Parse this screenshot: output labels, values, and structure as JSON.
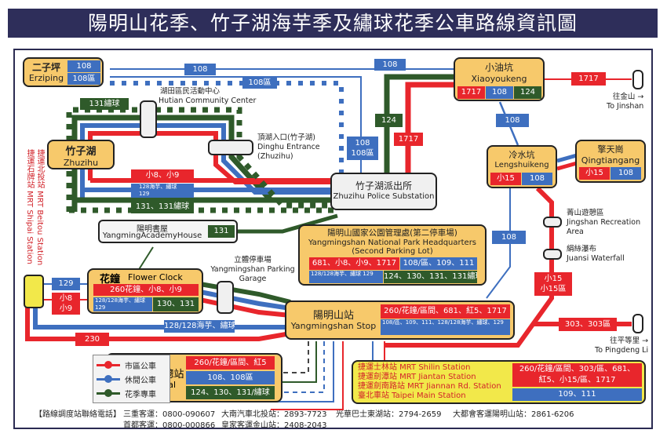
{
  "title": "陽明山花季、竹子湖海芋季及繡球花季公車路線資訊圖",
  "colors": {
    "city_bus": "#e8262c",
    "leisure_bus": "#3e6fbf",
    "flower_bus": "#2f5a2a",
    "title_bg": "#2e2e5a",
    "station_fill": "#f7c96b"
  },
  "stations": {
    "erziping": {
      "zh": "二子坪",
      "en": "Erziping",
      "routes": [
        "108",
        "108區"
      ]
    },
    "xiaoyoukeng": {
      "zh": "小油坑",
      "en": "Xiaoyoukeng",
      "routes": [
        "1717",
        "108",
        "124"
      ]
    },
    "lengshuikeng": {
      "zh": "冷水坑",
      "en": "Lengshuikeng",
      "routes": [
        "小15",
        "108"
      ]
    },
    "qingtiangang": {
      "zh": "擎天崗",
      "en": "Qingtiangang",
      "routes": [
        "小15",
        "108"
      ]
    },
    "zhuzihu": {
      "zh": "竹子湖",
      "en": "Zhuzihu"
    },
    "police": {
      "zh": "竹子湖派出所",
      "en": "Zhuzihu Police Substation"
    },
    "academy": {
      "zh": "陽明書屋",
      "en": "YangmingAcademyHouse",
      "route": "131"
    },
    "hq": {
      "zh": "陽明山國家公園管理處(第二停車場)",
      "en1": "Yangmingshan National Park Headquarters",
      "en2": "(Second Parking Lot)",
      "red": "681、小8、小9、1717",
      "blue_right": "108/區、109、111",
      "blue_left": "128/128海芋、繡球 129",
      "green": "124、130、131、131繡球"
    },
    "flower_clock": {
      "zh": "花鐘",
      "en": "Flower Clock",
      "red": "260花鐘、小8、小9",
      "blue": "128/128海芋、繡球 129",
      "green": "130、131"
    },
    "ymstop": {
      "zh": "陽明山站",
      "en": "Yangmingshan Stop",
      "red": "260/花鐘/區間、681、紅5、1717",
      "blue": "108/區、109、111、128/128海芋、繡球、129"
    },
    "terminal": {
      "zh": "大都會客運總站",
      "en": "Bus Terminal",
      "red": "260/花鐘/區間、紅5",
      "blue": "108、108區",
      "green": "124、130、131/繡球"
    },
    "mrt_box": {
      "lines": [
        "捷運士林站 MRT Shilin Station",
        "捷運劍潭站 MRT Jiantan Station",
        "捷運劍南路站 MRT Jiannan Rd. Station",
        "臺北車站 Taipei Main Station"
      ],
      "red": "260/花鐘/區間、303/區、681、紅5、小15/區、1717",
      "blue": "109、111"
    }
  },
  "labels": {
    "hutian_zh": "湖田區民活動中心",
    "hutian_en": "Hutian Community Center",
    "dinghu_zh": "頂湖入口(竹子湖)",
    "dinghu_en1": "Dinghu Entrance",
    "dinghu_en2": "(Zhuzihu)",
    "garage_zh": "立體停車場",
    "garage_en1": "Yangmingshan Parking",
    "garage_en2": "Garage",
    "jingshan_zh": "菁山遊憩區",
    "jingshan_en1": "Jingshan Recreation",
    "jingshan_en2": "Area",
    "juansi_zh": "絹絲瀑布",
    "juansi_en": "Juansi Waterfall",
    "jinshan_zh": "往金山 →",
    "jinshan_en": "To Jinshan",
    "pingdeng_zh": "往平等里 →",
    "pingdeng_en": "To Pingdeng Li",
    "mrt_beitou": "捷運北投站 MRT Beitou Station",
    "mrt_shipai": "捷運石牌站 MRT Shipai Station"
  },
  "route_tags": {
    "t108_top": "108",
    "t108_top2": "108",
    "t108_area": "108區",
    "t131_hydrangea": "131繡球",
    "t124": "124",
    "t1717_v": "1717",
    "t108_108area": "108\n108區",
    "t1717_east": "1717",
    "t108_xyk": "108",
    "t108_hq": "108",
    "t_x15": "小15\n小15區",
    "t303": "303、303區",
    "t_x8x9": "小8、小9",
    "t128": "128海芋、繡球\n129",
    "t131": "131、131繡球",
    "t129": "129",
    "t_x8x9_v": "小8\n小9",
    "t128_long": "128/128海芋、繡球",
    "t230": "230"
  },
  "legend": [
    {
      "label": "市區公車",
      "color": "#e8262c"
    },
    {
      "label": "休閒公車",
      "color": "#3e6fbf"
    },
    {
      "label": "花季專車",
      "color": "#2f5a2a"
    }
  ],
  "footer": {
    "heading": "【路線調度站聯絡電話】",
    "contacts": [
      "三重客運：0800-090607",
      "大南汽車北投站：2893-7723",
      "光華巴士東湖站：2794-2659",
      "大都會客運陽明山站：2861-6206",
      "首都客運：0800-000866",
      "皇家客運金山站：2408-2043"
    ]
  }
}
